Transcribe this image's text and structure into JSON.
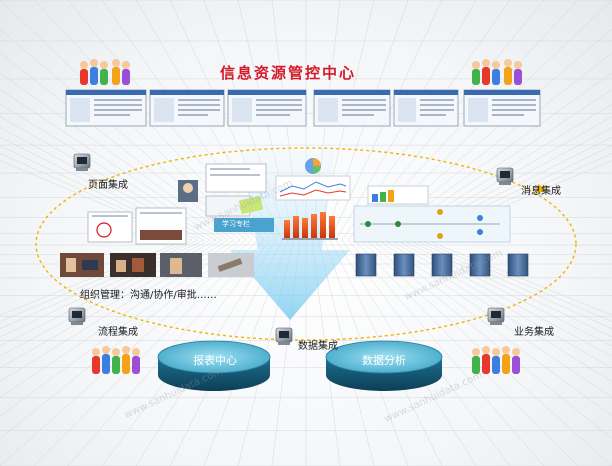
{
  "title": "信息资源管控中心",
  "nodes": {
    "page_integration": "页面集成",
    "message_integration": "消息集成",
    "process_integration": "流程集成",
    "data_integration": "数据集成",
    "business_integration": "业务集成"
  },
  "org_management": "组织管理：沟通/协作/审批……",
  "databases": {
    "report_center": "报表中心",
    "data_analysis": "数据分析"
  },
  "thumbnail_caption": "学习专栏",
  "watermark": "www.sanhuidata.com",
  "colors": {
    "title_red": "#d51a2a",
    "orbit_yellow": "#f0b400",
    "db_teal": "#2a7d9a",
    "server_blue": "#3c6a9e"
  }
}
